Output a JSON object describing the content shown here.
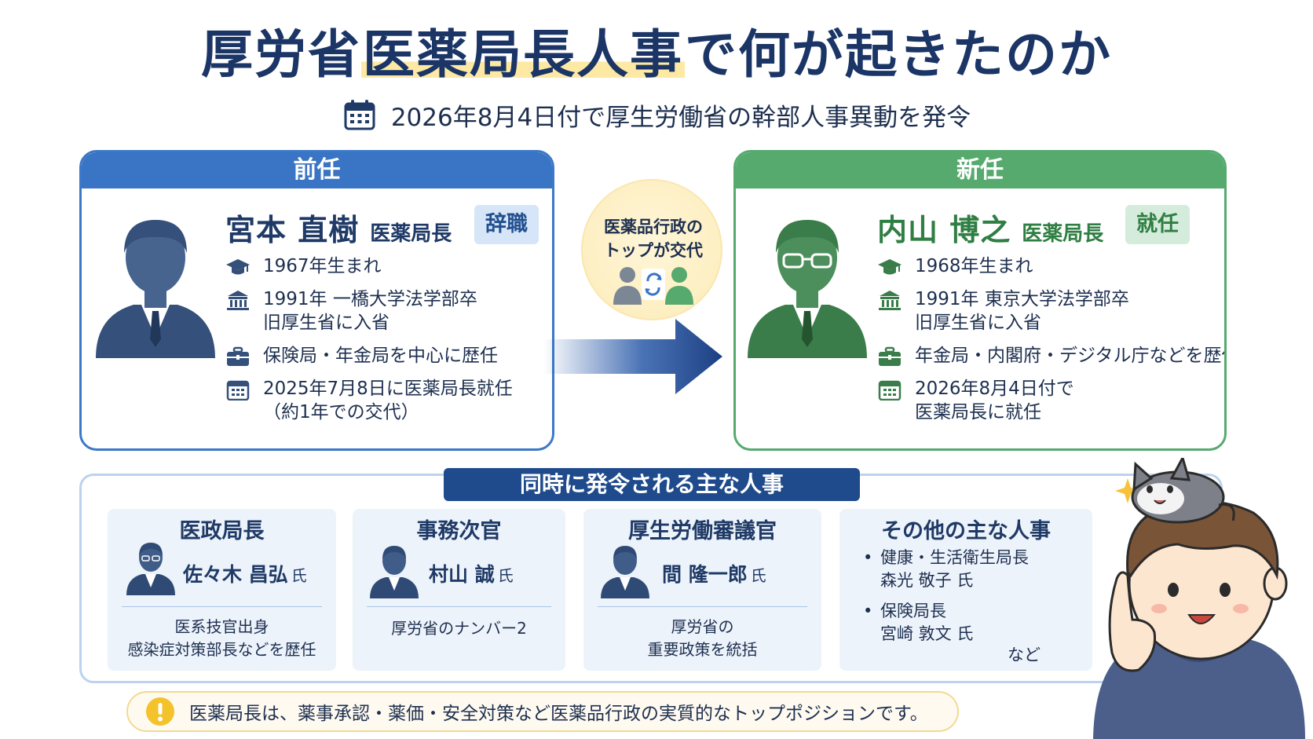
{
  "title": {
    "prefix": "厚労省",
    "highlight": "医薬局長人事",
    "suffix": "で何が起きたのか"
  },
  "subtitle": {
    "icon": "calendar-icon",
    "text": "2026年8月4日付で厚生労働省の幹部人事異動を発令"
  },
  "previous": {
    "header": "前任",
    "name": "宮本 直樹",
    "role": "医薬局長",
    "status": "辞職",
    "color": "#3a74c4",
    "facts": [
      {
        "icon": "graduation-cap-icon",
        "lines": [
          "1967年生まれ"
        ]
      },
      {
        "icon": "building-icon",
        "lines": [
          "1991年 一橋大学法学部卒",
          "旧厚生省に入省"
        ]
      },
      {
        "icon": "briefcase-icon",
        "lines": [
          "保険局・年金局を中心に歴任"
        ]
      },
      {
        "icon": "calendar-icon",
        "lines": [
          "2025年7月8日に医薬局長就任",
          "（約1年での交代）"
        ]
      }
    ]
  },
  "next": {
    "header": "新任",
    "name": "内山 博之",
    "role": "医薬局長",
    "status": "就任",
    "color": "#56aa6e",
    "facts": [
      {
        "icon": "graduation-cap-icon",
        "lines": [
          "1968年生まれ"
        ]
      },
      {
        "icon": "building-icon",
        "lines": [
          "1991年 東京大学法学部卒",
          "旧厚生省に入省"
        ]
      },
      {
        "icon": "briefcase-icon",
        "lines": [
          "年金局・内閣府・デジタル庁などを歴任"
        ]
      },
      {
        "icon": "calendar-icon",
        "lines": [
          "2026年8月4日付で",
          "医薬局長に就任"
        ]
      }
    ]
  },
  "transition": {
    "lines": [
      "医薬品行政の",
      "トップが交代"
    ]
  },
  "others": {
    "title": "同時に発令される主な人事",
    "cards": [
      {
        "title": "医政局長",
        "name": "佐々木 昌弘",
        "suffix": "氏",
        "desc": [
          "医系技官出身",
          "感染症対策部長などを歴任"
        ]
      },
      {
        "title": "事務次官",
        "name": "村山 誠",
        "suffix": "氏",
        "desc": [
          "厚労省のナンバー2"
        ]
      },
      {
        "title": "厚生労働審議官",
        "name": "間 隆一郎",
        "suffix": "氏",
        "desc": [
          "厚労省の",
          "重要政策を統括"
        ]
      }
    ],
    "misc": {
      "title": "その他の主な人事",
      "items": [
        {
          "role": "健康・生活衛生局長",
          "name": "森光 敬子 氏"
        },
        {
          "role": "保険局長",
          "name": "宮崎 敦文 氏"
        }
      ],
      "etc": "など"
    }
  },
  "note": {
    "icon": "exclamation-icon",
    "text": "医薬局長は、薬事承認・薬価・安全対策など医薬品行政の実質的なトップポジションです。"
  }
}
